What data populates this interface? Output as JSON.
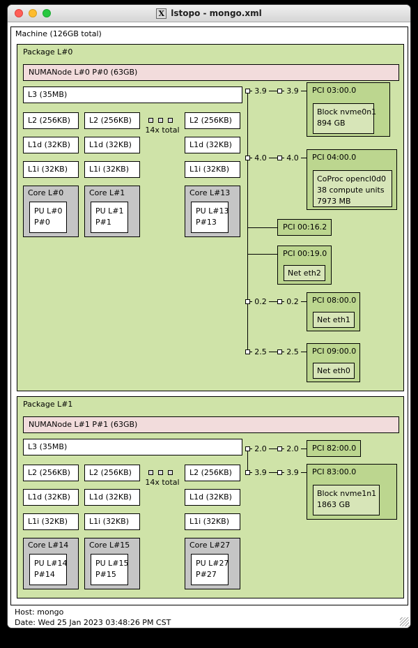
{
  "titlebar": {
    "title": "lstopo - mongo.xml",
    "icon_glyph": "X"
  },
  "machine": {
    "label": "Machine (126GB total)"
  },
  "legend": {
    "host": "Host: mongo",
    "date": "Date: Wed 25 Jan 2023 03:48:26 PM CST"
  },
  "colors": {
    "package_bg": "#cfe3a8",
    "numanode_bg": "#f2dcdc",
    "core_bg": "#c5c5c5",
    "pci_bg": "#bcd68f",
    "osdev_bg": "#d7e5b8",
    "cache_bg": "#ffffff"
  },
  "packages": [
    {
      "label": "Package L#0",
      "numanode": "NUMANode L#0 P#0 (63GB)",
      "l3": "L3 (35MB)",
      "ellipsis": "14x total",
      "columns": [
        {
          "l2": "L2 (256KB)",
          "l1d": "L1d (32KB)",
          "l1i": "L1i (32KB)",
          "core": "Core L#0",
          "pu_line1": "PU L#0",
          "pu_line2": "P#0"
        },
        {
          "l2": "L2 (256KB)",
          "l1d": "L1d (32KB)",
          "l1i": "L1i (32KB)",
          "core": "Core L#1",
          "pu_line1": "PU L#1",
          "pu_line2": "P#1"
        },
        {
          "l2": "L2 (256KB)",
          "l1d": "L1d (32KB)",
          "l1i": "L1i (32KB)",
          "core": "Core L#13",
          "pu_line1": "PU L#13",
          "pu_line2": "P#13"
        }
      ],
      "pci": [
        {
          "label": "PCI 03:00.0",
          "speed_left": "3.9",
          "speed_right": "3.9",
          "osdev": [
            "Block nvme0n1",
            "894 GB"
          ]
        },
        {
          "label": "PCI 04:00.0",
          "speed_left": "4.0",
          "speed_right": "4.0",
          "osdev": [
            "CoProc opencl0d0",
            "38 compute units",
            "7973 MB"
          ]
        },
        {
          "label": "PCI 00:16.2"
        },
        {
          "label": "PCI 00:19.0",
          "osdev": [
            "Net eth2"
          ]
        },
        {
          "label": "PCI 08:00.0",
          "speed_left": "0.2",
          "speed_right": "0.2",
          "osdev": [
            "Net eth1"
          ]
        },
        {
          "label": "PCI 09:00.0",
          "speed_left": "2.5",
          "speed_right": "2.5",
          "osdev": [
            "Net eth0"
          ]
        }
      ]
    },
    {
      "label": "Package L#1",
      "numanode": "NUMANode L#1 P#1 (63GB)",
      "l3": "L3 (35MB)",
      "ellipsis": "14x total",
      "columns": [
        {
          "l2": "L2 (256KB)",
          "l1d": "L1d (32KB)",
          "l1i": "L1i (32KB)",
          "core": "Core L#14",
          "pu_line1": "PU L#14",
          "pu_line2": "P#14"
        },
        {
          "l2": "L2 (256KB)",
          "l1d": "L1d (32KB)",
          "l1i": "L1i (32KB)",
          "core": "Core L#15",
          "pu_line1": "PU L#15",
          "pu_line2": "P#15"
        },
        {
          "l2": "L2 (256KB)",
          "l1d": "L1d (32KB)",
          "l1i": "L1i (32KB)",
          "core": "Core L#27",
          "pu_line1": "PU L#27",
          "pu_line2": "P#27"
        }
      ],
      "pci": [
        {
          "label": "PCI 82:00.0",
          "speed_left": "2.0",
          "speed_right": "2.0"
        },
        {
          "label": "PCI 83:00.0",
          "speed_left": "3.9",
          "speed_right": "3.9",
          "osdev": [
            "Block nvme1n1",
            "1863 GB"
          ]
        }
      ]
    }
  ]
}
